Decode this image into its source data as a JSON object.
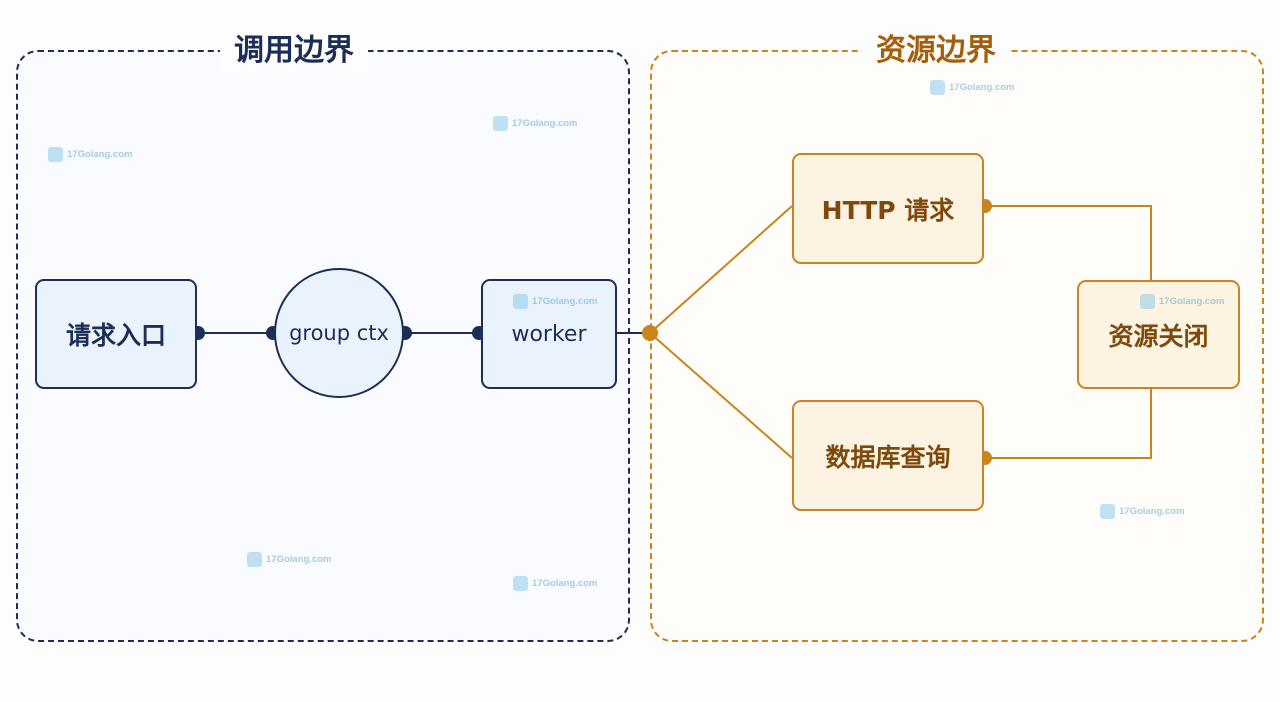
{
  "left_panel": {
    "title": "调用边界"
  },
  "right_panel": {
    "title": "资源边界"
  },
  "nodes": {
    "entry": "请求入口",
    "group_ctx": "group ctx",
    "worker": "worker",
    "http_request": "HTTP 请求",
    "db_query": "数据库查询",
    "resource_close": "资源关闭"
  },
  "watermark": "17Golang.com",
  "colors": {
    "navy": "#1c2e55",
    "amber": "#c8841d",
    "blue_fill": "#eaf3fd",
    "amber_fill": "#fdf3e2"
  }
}
